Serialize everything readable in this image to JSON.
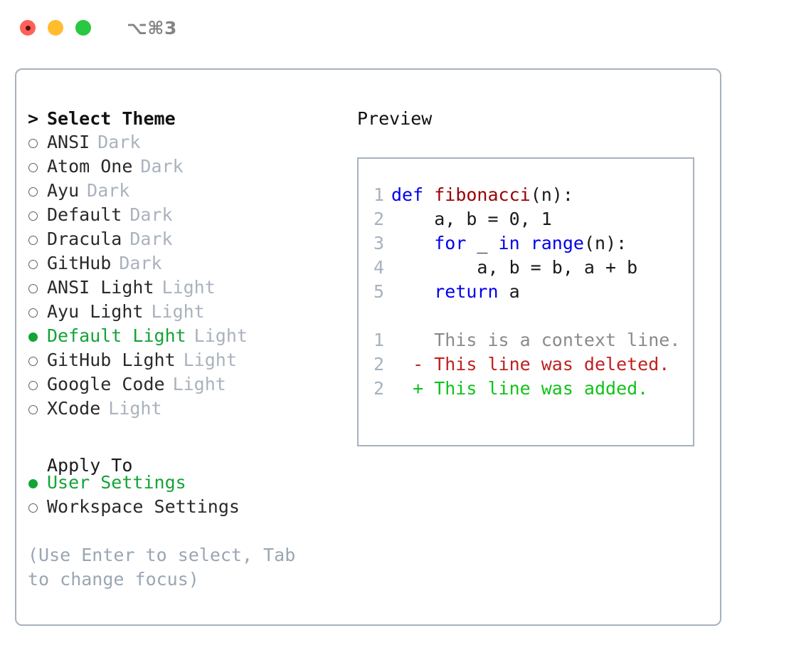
{
  "window": {
    "shortcut": "⌥⌘3",
    "traffic_lights": [
      {
        "name": "close",
        "color": "#ff6159"
      },
      {
        "name": "minimize",
        "color": "#ffbd2e"
      },
      {
        "name": "maximize",
        "color": "#28c840"
      }
    ]
  },
  "theme_picker": {
    "header": "Select Theme",
    "prompt": ">",
    "items": [
      {
        "name": "ANSI",
        "tag": "Dark",
        "selected": false
      },
      {
        "name": "Atom One",
        "tag": "Dark",
        "selected": false
      },
      {
        "name": "Ayu",
        "tag": "Dark",
        "selected": false
      },
      {
        "name": "Default",
        "tag": "Dark",
        "selected": false
      },
      {
        "name": "Dracula",
        "tag": "Dark",
        "selected": false
      },
      {
        "name": "GitHub",
        "tag": "Dark",
        "selected": false
      },
      {
        "name": "ANSI Light",
        "tag": "Light",
        "selected": false
      },
      {
        "name": "Ayu Light",
        "tag": "Light",
        "selected": false
      },
      {
        "name": "Default Light",
        "tag": "Light",
        "selected": true
      },
      {
        "name": "GitHub Light",
        "tag": "Light",
        "selected": false
      },
      {
        "name": "Google Code",
        "tag": "Light",
        "selected": false
      },
      {
        "name": "XCode",
        "tag": "Light",
        "selected": false
      }
    ]
  },
  "apply_to": {
    "header": "Apply To",
    "options": [
      {
        "name": "User Settings",
        "selected": true
      },
      {
        "name": "Workspace Settings",
        "selected": false
      }
    ]
  },
  "hint": "(Use Enter to select, Tab to change focus)",
  "preview": {
    "title": "Preview",
    "code_lines": [
      {
        "no": "1",
        "tokens": [
          {
            "t": "def ",
            "c": "kw"
          },
          {
            "t": "fibonacci",
            "c": "fn"
          },
          {
            "t": "(n):",
            "c": "plain"
          }
        ]
      },
      {
        "no": "2",
        "tokens": [
          {
            "t": "    a, b = 0, 1",
            "c": "plain"
          }
        ]
      },
      {
        "no": "3",
        "tokens": [
          {
            "t": "    ",
            "c": "plain"
          },
          {
            "t": "for",
            "c": "kw"
          },
          {
            "t": " _ ",
            "c": "plain"
          },
          {
            "t": "in",
            "c": "kw"
          },
          {
            "t": " ",
            "c": "plain"
          },
          {
            "t": "range",
            "c": "kw"
          },
          {
            "t": "(n):",
            "c": "plain"
          }
        ]
      },
      {
        "no": "4",
        "tokens": [
          {
            "t": "        a, b = b, a + b",
            "c": "plain"
          }
        ]
      },
      {
        "no": "5",
        "tokens": [
          {
            "t": "    ",
            "c": "plain"
          },
          {
            "t": "return",
            "c": "kw"
          },
          {
            "t": " a",
            "c": "plain"
          }
        ]
      }
    ],
    "diff_lines": [
      {
        "no": "1",
        "marker": " ",
        "text": "This is a context line.",
        "kind": "context"
      },
      {
        "no": "2",
        "marker": "-",
        "text": "This line was deleted.",
        "kind": "del"
      },
      {
        "no": "2",
        "marker": "+",
        "text": "This line was added.",
        "kind": "add"
      }
    ]
  },
  "colors": {
    "accent_green": "#13a436",
    "muted": "#aab2bd",
    "border": "#a7b2bf",
    "keyword": "#0000ee",
    "function": "#9b0000",
    "diff_delete": "#c02020",
    "diff_add": "#11c21a"
  }
}
